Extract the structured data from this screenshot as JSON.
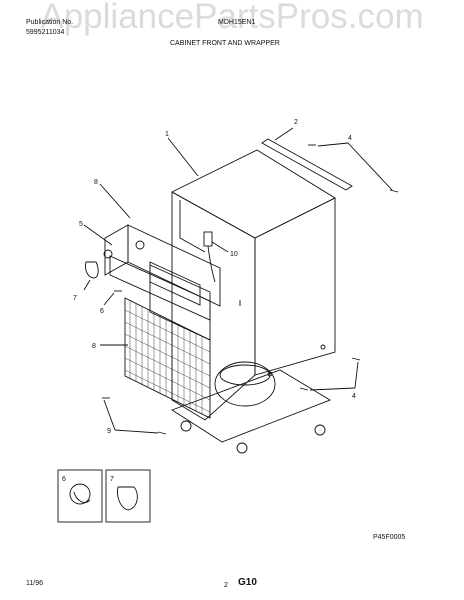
{
  "header": {
    "publication_label": "Publication No.",
    "publication_number": "5995211034",
    "model": "MDH15EN1",
    "section_title": "CABINET FRONT AND WRAPPER"
  },
  "watermark": "AppliancePartsPros.com",
  "callouts": {
    "c1": "1",
    "c2": "2",
    "c4a": "4",
    "c4b": "4",
    "c5": "5",
    "c6": "6",
    "c7": "7",
    "c8a": "8",
    "c8b": "8",
    "c9": "9",
    "c10": "10",
    "inset6": "6",
    "inset7": "7"
  },
  "figure_code": "P45F0005",
  "footer": {
    "date": "11/96",
    "page": "2",
    "code": "G10"
  },
  "colors": {
    "line": "#111111",
    "watermark": "#c8c8c8"
  }
}
